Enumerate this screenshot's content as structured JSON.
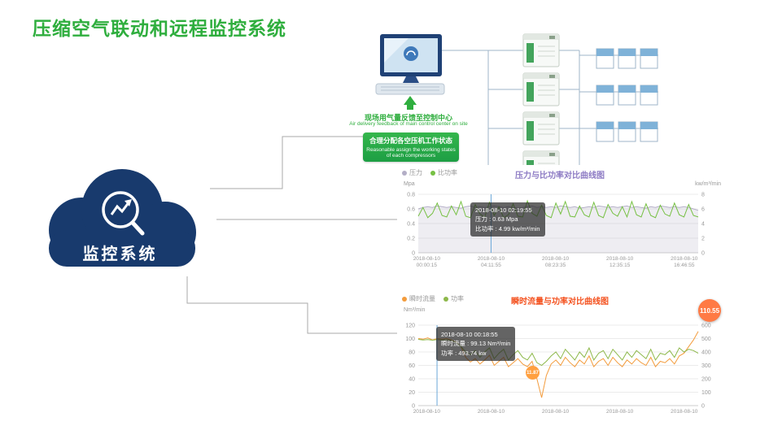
{
  "title": "压缩空气联动和远程监控系统",
  "colors": {
    "title_green": "#2fae3e",
    "cloud_navy": "#183a6d",
    "connector_gray": "#aaaaaa",
    "pipe_blue": "#9fb6c8"
  },
  "cloud": {
    "label": "监控系统"
  },
  "diagram": {
    "feedback_cn": "现场用气量反馈至控制中心",
    "feedback_en": "Air delivery feedback of main control center on site",
    "assign_cn": "合理分配各空压机工作状态",
    "assign_en": "Reasonable assign the working states of each compressors"
  },
  "chart_data": [
    {
      "type": "line",
      "title": "压力与比功率对比曲线图",
      "title_color": "#8d7bc4",
      "unit_left": "Mpa",
      "unit_right": "kw/m³/min",
      "legend_position": "top-left",
      "grid": true,
      "ylim_left": [
        0,
        0.8
      ],
      "ylim_right": [
        0,
        8
      ],
      "left_ticks": [
        "0.8",
        "0.6",
        "0.4",
        "0.2",
        "0"
      ],
      "right_ticks": [
        "8",
        "6",
        "4",
        "2",
        "0"
      ],
      "x_ticks": [
        {
          "f": 0.03,
          "date": "2018-08-10",
          "time": "00:00:15"
        },
        {
          "f": 0.26,
          "date": "2018-08-10",
          "time": "04:11:55"
        },
        {
          "f": 0.49,
          "date": "2018-08-10",
          "time": "08:23:35"
        },
        {
          "f": 0.72,
          "date": "2018-08-10",
          "time": "12:35:15"
        },
        {
          "f": 0.95,
          "date": "2018-08-10",
          "time": "16:46:55"
        }
      ],
      "series": [
        {
          "name": "压力",
          "color": "#b3aec6",
          "axis_max": 0.8,
          "fill": "rgba(179,174,198,0.22)",
          "values": [
            0.6,
            0.62,
            0.63,
            0.62,
            0.64,
            0.63,
            0.62,
            0.63,
            0.62,
            0.61,
            0.63,
            0.64,
            0.62,
            0.63,
            0.62,
            0.63,
            0.64,
            0.63,
            0.62,
            0.63,
            0.62,
            0.61,
            0.62,
            0.63,
            0.64,
            0.62,
            0.63,
            0.62,
            0.63,
            0.62,
            0.64,
            0.63,
            0.62,
            0.63,
            0.61,
            0.62,
            0.63,
            0.62,
            0.64,
            0.63,
            0.62,
            0.63,
            0.62,
            0.63,
            0.64,
            0.62,
            0.63,
            0.62,
            0.61,
            0.63,
            0.62,
            0.64,
            0.63,
            0.62,
            0.63,
            0.62,
            0.63,
            0.62,
            0.6,
            0.58
          ]
        },
        {
          "name": "比功率",
          "color": "#76c043",
          "axis_max": 8,
          "values": [
            5.0,
            6.2,
            4.8,
            5.4,
            6.8,
            5.1,
            4.9,
            6.4,
            5.2,
            7.0,
            5.0,
            4.8,
            6.6,
            5.3,
            4.9,
            6.9,
            5.1,
            6.3,
            4.8,
            5.2,
            6.7,
            5.0,
            4.9,
            7.1,
            5.4,
            5.0,
            6.5,
            5.1,
            4.8,
            6.8,
            5.3,
            7.0,
            5.0,
            4.9,
            6.4,
            5.2,
            4.9,
            6.9,
            5.1,
            4.8,
            6.6,
            5.4,
            5.0,
            6.3,
            4.9,
            7.0,
            5.2,
            4.9,
            6.7,
            5.1,
            4.8,
            6.5,
            5.3,
            5.0,
            6.8,
            5.2,
            4.9,
            6.6,
            5.1,
            4.9
          ]
        }
      ],
      "tooltip": {
        "x_frac": 0.26,
        "line1": "2018-08-10 02:19:55",
        "line2": "压力 : 0.63 Mpa",
        "line3": "比功率 : 4.99 kw/m³/min"
      }
    },
    {
      "type": "line",
      "title": "瞬时流量与功率对比曲线图",
      "title_color": "#f4511e",
      "unit_left": "Nm³/min",
      "unit_right": "",
      "legend_position": "top-left",
      "grid": true,
      "ylim_left": [
        0,
        120
      ],
      "ylim_right": [
        0,
        600
      ],
      "left_ticks": [
        "120",
        "100",
        "80",
        "60",
        "40",
        "20",
        "0"
      ],
      "right_ticks": [
        "600",
        "500",
        "400",
        "300",
        "200",
        "100",
        "0"
      ],
      "x_ticks": [
        {
          "f": 0.03,
          "date": "2018-08-10"
        },
        {
          "f": 0.26,
          "date": "2018-08-10"
        },
        {
          "f": 0.49,
          "date": "2018-08-10"
        },
        {
          "f": 0.72,
          "date": "2018-08-10"
        },
        {
          "f": 0.95,
          "date": "2018-08-10"
        }
      ],
      "series": [
        {
          "name": "瞬时流量",
          "color": "#f39c3d",
          "axis_max": 120,
          "values": [
            100,
            99,
            101,
            98,
            100,
            99,
            100,
            98,
            95,
            88,
            72,
            65,
            70,
            62,
            68,
            75,
            60,
            66,
            72,
            58,
            64,
            70,
            62,
            58,
            66,
            40,
            12,
            45,
            62,
            68,
            60,
            72,
            64,
            58,
            68,
            62,
            74,
            58,
            66,
            70,
            60,
            72,
            64,
            58,
            68,
            62,
            70,
            64,
            60,
            72,
            58,
            66,
            64,
            70,
            62,
            74,
            78,
            88,
            98,
            110.55
          ]
        },
        {
          "name": "功率",
          "color": "#8db84a",
          "axis_max": 600,
          "values": [
            494,
            490,
            493,
            488,
            492,
            490,
            491,
            486,
            470,
            440,
            400,
            380,
            410,
            360,
            400,
            430,
            350,
            390,
            420,
            340,
            380,
            410,
            360,
            340,
            390,
            320,
            300,
            330,
            370,
            400,
            350,
            420,
            380,
            340,
            400,
            360,
            430,
            340,
            390,
            410,
            350,
            420,
            380,
            340,
            400,
            360,
            410,
            380,
            350,
            420,
            340,
            390,
            380,
            410,
            360,
            430,
            400,
            420,
            410,
            390
          ]
        }
      ],
      "tooltip": {
        "x_frac": 0.067,
        "line1": "2018-08-10 00:18:55",
        "line2": "瞬时流量 : 99.13 Nm³/min",
        "line3": "功率 : 493.74 kw"
      },
      "max_badge": "110.55",
      "dip_label": "11.87",
      "badge_color": "#ff7a45",
      "dip_color": "#ffa040"
    }
  ]
}
